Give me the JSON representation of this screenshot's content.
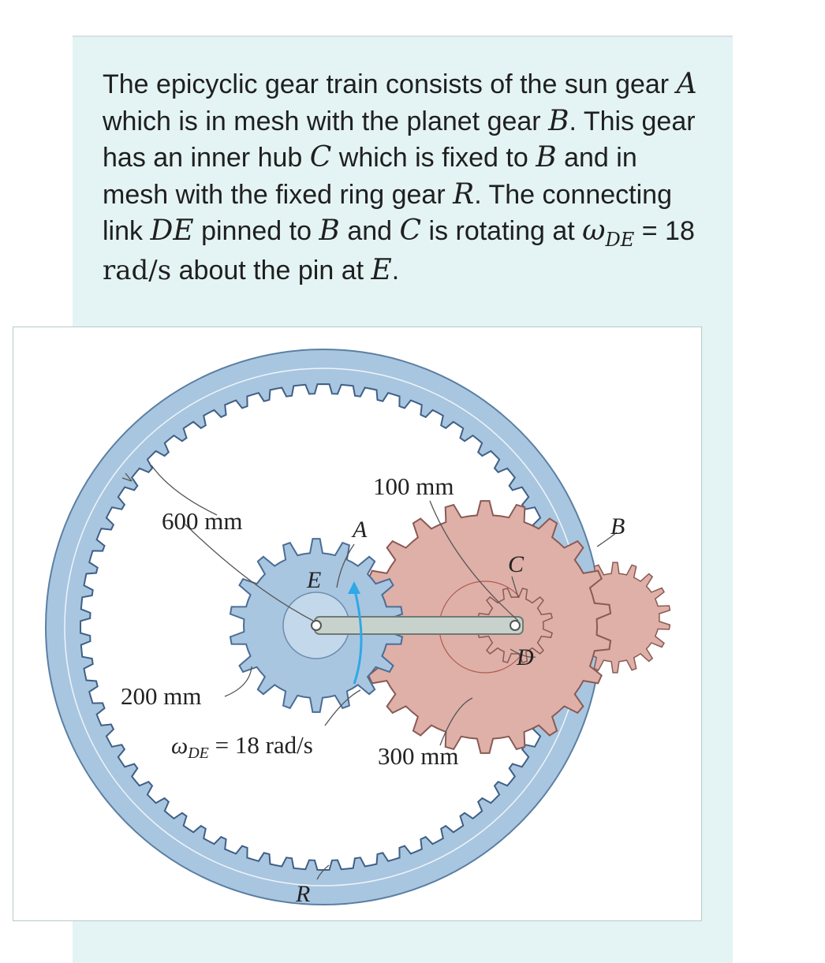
{
  "problem": {
    "t1": "The epicyclic gear train consists of the sun gear ",
    "m_A": "A",
    "t2": " which is in mesh with the planet gear ",
    "m_B1": "B",
    "t3": ". This gear has an inner hub ",
    "m_C1": "C",
    "t4": " which is fixed to ",
    "m_B2": "B",
    "t5": " and in mesh with the fixed ring gear ",
    "m_R": "R",
    "t6": ". The connecting link ",
    "m_DE": "DE",
    "t7": " pinned to ",
    "m_B3": "B",
    "t8": " and ",
    "m_C2": "C",
    "t9": " is rotating at ",
    "omega": "ω",
    "omega_sub": "DE",
    "t10": " = 18 ",
    "unit": "rad/s",
    "t11": " about the pin at ",
    "m_E": "E",
    "t12": "."
  },
  "figure": {
    "labels": {
      "r600": "600 mm",
      "r100": "100 mm",
      "r200": "200 mm",
      "r300": "300 mm",
      "A": "A",
      "B": "B",
      "C": "C",
      "D": "D",
      "E": "E",
      "R": "R",
      "omega_sym": "ω",
      "omega_sub": "DE",
      "omega_val": " = 18 rad/s"
    },
    "colors": {
      "ring": "#a9c6e0",
      "ring_stroke": "#5b7fa3",
      "sun": "#a9c6e0",
      "planet": "#deb0a8",
      "planet_stroke": "#8a5a54",
      "link": "#c8d2cc",
      "arrow": "#2fa8e6"
    }
  }
}
